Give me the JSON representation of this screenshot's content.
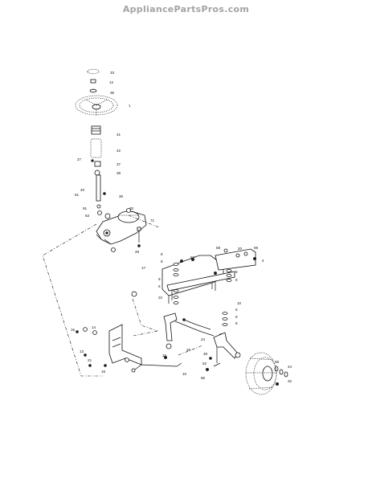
{
  "watermark": {
    "text": "AppliancePartsPros.com",
    "color": "#a3a3a3"
  },
  "labels": {
    "l33": "33",
    "l12": "12",
    "l35": "35",
    "l1": "1",
    "l41": "41",
    "l42": "42",
    "l27": "27",
    "l37": "37",
    "l38": "38",
    "l40": "40",
    "l61": "61",
    "l36": "36",
    "l91": "91",
    "l63": "63",
    "l30": "30",
    "l71": "71",
    "l29": "29",
    "l17": "17",
    "l8": "8",
    "l67": "67",
    "l58": "58",
    "l20": "20",
    "l69": "69",
    "l4": "4",
    "l9": "9",
    "l5": "5",
    "l22": "22",
    "l10": "10",
    "l15": "15",
    "l14": "14",
    "l13": "13",
    "l21": "21",
    "l16": "16",
    "l26": "26",
    "l34": "34",
    "l24": "24",
    "l49": "49",
    "l52": "52",
    "l66": "66",
    "l68": "68",
    "l44": "44",
    "l32": "32"
  }
}
